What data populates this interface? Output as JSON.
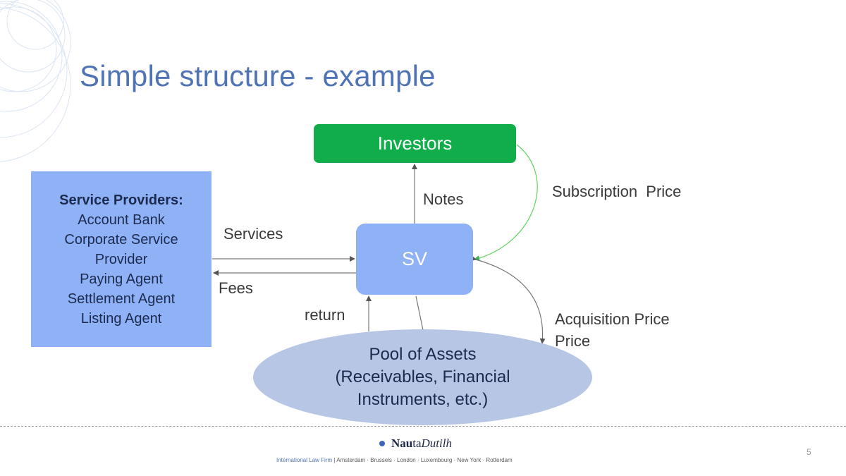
{
  "slide": {
    "title": "Simple structure - example",
    "page_number": "5"
  },
  "diagram": {
    "investors": "Investors",
    "sv": "SV",
    "service_providers": {
      "heading": "Service Providers:",
      "items": [
        "Account Bank",
        "Corporate Service",
        "Provider",
        "Paying Agent",
        "Settlement Agent",
        "Listing Agent"
      ]
    },
    "pool": {
      "lines": [
        "Pool of Assets",
        "(Receivables, Financial",
        "Instruments,  etc.)"
      ]
    },
    "labels": {
      "notes": "Notes",
      "subscription_price": "Subscription  Price",
      "services": "Services",
      "fees": "Fees",
      "return": "return",
      "acquisition_price": "Acquisition Price",
      "price": "Price"
    },
    "colors": {
      "title": "#4f73b5",
      "investors_box": "#12ad4b",
      "sv_box": "#8fb2f7",
      "providers_box": "#8fb2f7",
      "pool_ellipse": "#b7c6e5",
      "subscription_arrow": "#5fd45f"
    }
  },
  "footer": {
    "logo_part1": "Nau",
    "logo_part2": "ta",
    "logo_part3": "Dutilh",
    "firm": "International Law Firm",
    "separator": "|",
    "offices": "Amsterdam · Brussels · London · Luxembourg · New York · Rotterdam"
  }
}
